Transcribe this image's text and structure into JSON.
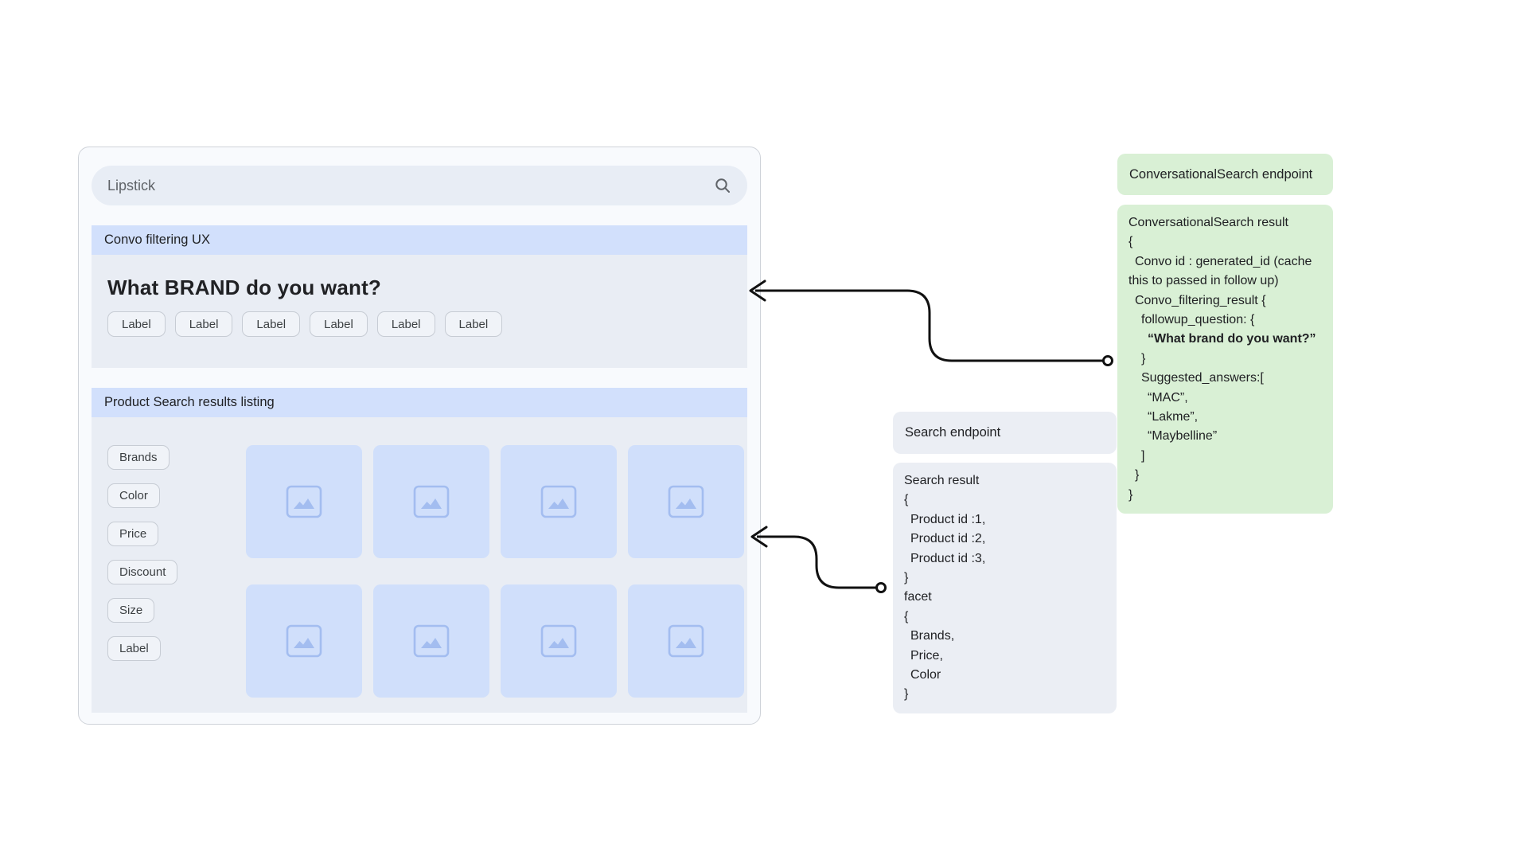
{
  "mockup": {
    "search_query": "Lipstick",
    "convo_header": "Convo filtering UX",
    "question": "What BRAND do you want?",
    "answer_chips": [
      "Label",
      "Label",
      "Label",
      "Label",
      "Label",
      "Label"
    ],
    "results_header": "Product Search results listing",
    "facets": [
      "Brands",
      "Color",
      "Price",
      "Discount",
      "Size",
      "Label"
    ],
    "product_tiles": [
      "image-placeholder",
      "image-placeholder",
      "image-placeholder",
      "image-placeholder",
      "image-placeholder",
      "image-placeholder",
      "image-placeholder",
      "image-placeholder"
    ]
  },
  "annotations": {
    "conversational_endpoint_label": "ConversationalSearch endpoint",
    "conversational_result_lines": [
      {
        "text": "ConversationalSearch result",
        "indent": 0,
        "bold": false
      },
      {
        "text": "{",
        "indent": 0,
        "bold": false
      },
      {
        "text": "Convo id : generated_id (cache",
        "indent": 1,
        "bold": false
      },
      {
        "text": "this to passed in follow up)",
        "indent": 0,
        "bold": false
      },
      {
        "text": "Convo_filtering_result {",
        "indent": 1,
        "bold": false
      },
      {
        "text": "followup_question: {",
        "indent": 2,
        "bold": false
      },
      {
        "text": "“What brand do you want?”",
        "indent": 3,
        "bold": true
      },
      {
        "text": "}",
        "indent": 2,
        "bold": false
      },
      {
        "text": "Suggested_answers:[",
        "indent": 2,
        "bold": false
      },
      {
        "text": "“MAC”,",
        "indent": 3,
        "bold": false
      },
      {
        "text": "“Lakme”,",
        "indent": 3,
        "bold": false
      },
      {
        "text": "“Maybelline”",
        "indent": 3,
        "bold": false
      },
      {
        "text": "]",
        "indent": 2,
        "bold": false
      },
      {
        "text": "}",
        "indent": 1,
        "bold": false
      },
      {
        "text": "}",
        "indent": 0,
        "bold": false
      }
    ],
    "search_endpoint_label": "Search endpoint",
    "search_result_lines": [
      {
        "text": "Search result",
        "indent": 0,
        "bold": false
      },
      {
        "text": "{",
        "indent": 0,
        "bold": false
      },
      {
        "text": "Product id :1,",
        "indent": 1,
        "bold": false
      },
      {
        "text": "Product id :2,",
        "indent": 1,
        "bold": false
      },
      {
        "text": "Product id :3,",
        "indent": 1,
        "bold": false
      },
      {
        "text": "}",
        "indent": 0,
        "bold": false
      },
      {
        "text": "facet",
        "indent": 0,
        "bold": false
      },
      {
        "text": "{",
        "indent": 0,
        "bold": false
      },
      {
        "text": "Brands,",
        "indent": 1,
        "bold": false
      },
      {
        "text": "Price,",
        "indent": 1,
        "bold": false
      },
      {
        "text": "Color",
        "indent": 1,
        "bold": false
      },
      {
        "text": "}",
        "indent": 0,
        "bold": false
      }
    ]
  },
  "colors": {
    "panel_bg": "#f8fafd",
    "searchbar_bg": "#e8edf5",
    "header_blue": "#d2e0fc",
    "section_bg": "#e9edf4",
    "tile_blue": "#d0dffb",
    "tile_icon": "#a3bdf0",
    "note_green": "#d9f0d5",
    "note_gray": "#ebeef4",
    "arrow": "#111111",
    "text_primary": "#202124",
    "text_muted": "#5f6368"
  }
}
